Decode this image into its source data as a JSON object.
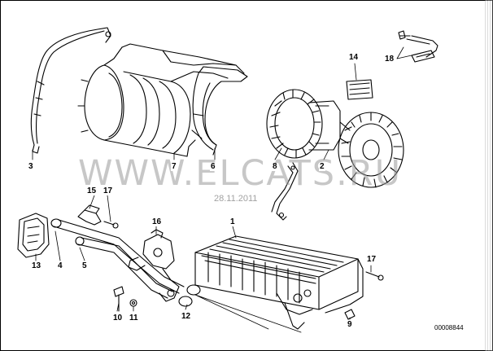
{
  "watermark": {
    "text": "WWW.ELCATS.RU",
    "date": "28.11.2011"
  },
  "reference_number": "00008844",
  "callouts": {
    "c1": "1",
    "c2": "2",
    "c3": "3",
    "c4": "4",
    "c5": "5",
    "c6": "6",
    "c7": "7",
    "c8": "8",
    "c9": "9",
    "c10": "10",
    "c11": "11",
    "c12": "12",
    "c13": "13",
    "c14": "14",
    "c15": "15",
    "c16": "16",
    "c17a": "17",
    "c17b": "17",
    "c18": "18"
  },
  "colors": {
    "ink": "#000000",
    "paper": "#ffffff",
    "watermark": "#9a9a9a"
  }
}
